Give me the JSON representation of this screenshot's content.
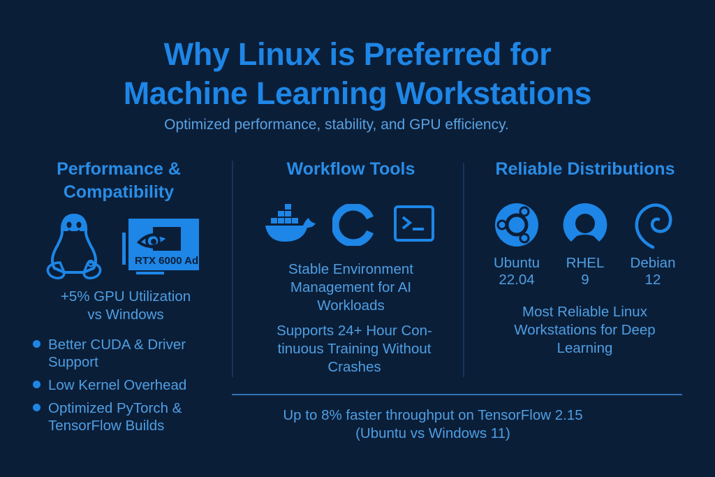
{
  "header": {
    "title_line1": "Why Linux is Preferred for",
    "title_line2": "Machine Learning Workstations",
    "subtitle": "Optimized performance, stability, and GPU efficiency."
  },
  "colors": {
    "background": "#0b1e38",
    "accent": "#1e86e6",
    "text": "#4f9fe2",
    "divider": "#15355e"
  },
  "columns": {
    "performance": {
      "heading_line1": "Performance &",
      "heading_line2": "Compatibility",
      "icons": [
        "linux-penguin-icon",
        "gpu-card-icon"
      ],
      "gpu_label": "RTX 6000 Ad",
      "stat_line1": "+5% GPU Utilization",
      "stat_line2": "vs Windows",
      "bullets": [
        {
          "line1": "Better CUDA & Driver",
          "line2": "Support"
        },
        {
          "line1": "Low Kernel Overhead",
          "line2": ""
        },
        {
          "line1": "Optimized PyTorch &",
          "line2": "TensorFlow Builds"
        }
      ]
    },
    "workflow": {
      "heading": "Workflow Tools",
      "icons": [
        "docker-whale-icon",
        "conda-ring-icon",
        "terminal-icon"
      ],
      "text1_line1": "Stable Environment",
      "text1_line2": "Management for AI",
      "text1_line3": "Workloads",
      "text2_line1": "Supports 24+ Hour Con-",
      "text2_line2": "tinuous Training Without",
      "text2_line3": "Crashes"
    },
    "distributions": {
      "heading": "Reliable Distributions",
      "items": [
        {
          "name": "Ubuntu",
          "version": "22.04",
          "icon": "ubuntu-logo-icon"
        },
        {
          "name": "RHEL",
          "version": "9",
          "icon": "rhel-logo-icon"
        },
        {
          "name": "Debian",
          "version": "12",
          "icon": "debian-swirl-icon"
        }
      ],
      "text_line1": "Most Reliable Linux",
      "text_line2": "Workstations for Deep",
      "text_line3": "Learning"
    }
  },
  "footer": {
    "line1": "Up to 8% faster throughput on TensorFlow 2.15",
    "line2": "(Ubuntu vs Windows 11)"
  }
}
